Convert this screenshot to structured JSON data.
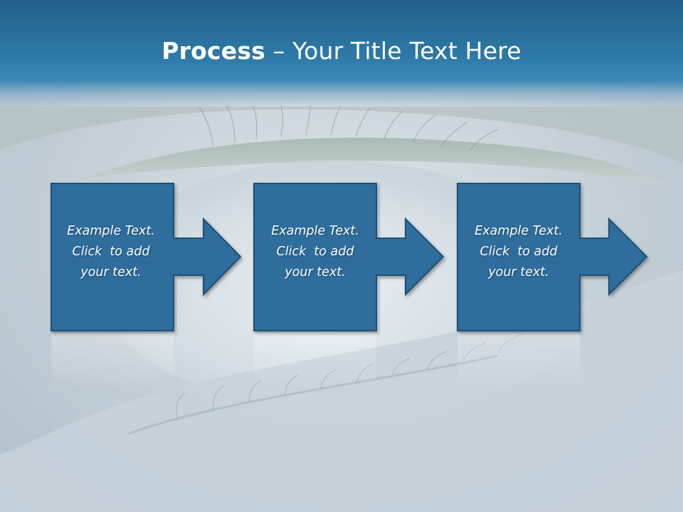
{
  "slide": {
    "title_bold": "Process",
    "title_rest": " – Your Title Text Here"
  },
  "colors": {
    "header": "#2e7aa8",
    "box_fill": "#2e6d9c",
    "box_stroke": "#1d4f76",
    "text": "#ffffff"
  },
  "steps": [
    {
      "line1": "Example Text.",
      "line2": "Click  to add",
      "line3": "your text."
    },
    {
      "line1": "Example Text.",
      "line2": "Click  to add",
      "line3": "your text."
    },
    {
      "line1": "Example Text.",
      "line2": "Click  to add",
      "line3": "your text."
    }
  ]
}
